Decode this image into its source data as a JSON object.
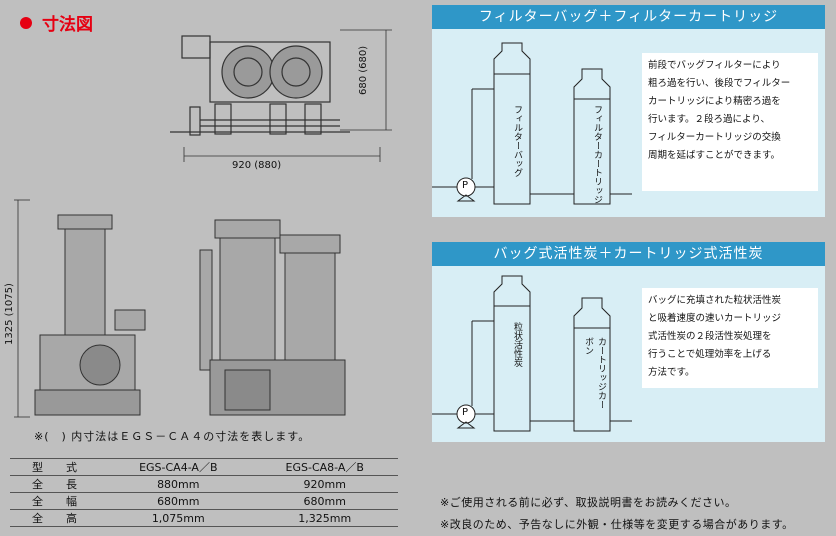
{
  "title": "寸法図",
  "dims": {
    "width": "920 (880)",
    "height_small": "680 (680)",
    "height_tall": "1325 (1075)"
  },
  "note_parens": "※(　) 内寸法はＥＧＳ－ＣＡ４の寸法を表します。",
  "spec_table": {
    "header": [
      "型　式",
      "EGS-CA4-A／B",
      "EGS-CA8-A／B"
    ],
    "rows": [
      [
        "全　長",
        "880mm",
        "920mm"
      ],
      [
        "全　幅",
        "680mm",
        "680mm"
      ],
      [
        "全　高",
        "1,075mm",
        "1,325mm"
      ]
    ]
  },
  "panel1": {
    "header": "フィルターバッグ＋フィルターカートリッジ",
    "vessel1_label": "フィルターバッグ",
    "vessel2_label": "フィルターカートリッジ",
    "pump_label": "P",
    "desc_lines": [
      "前段でバッグフィルターにより",
      "粗ろ過を行い、後段でフィルター",
      "カートリッジにより精密ろ過を",
      "行います。２段ろ過により、",
      "フィルターカートリッジの交換",
      "周期を延ばすことができます。"
    ]
  },
  "panel2": {
    "header": "バッグ式活性炭＋カートリッジ式活性炭",
    "vessel1_label": "粒状活性炭",
    "vessel2_label": "カートリッジカーボン",
    "pump_label": "P",
    "desc_lines": [
      "バッグに充填された粒状活性炭",
      "と吸着速度の速いカートリッジ",
      "式活性炭の２段活性炭処理を",
      "行うことで処理効率を上げる",
      "方法です。"
    ]
  },
  "bottom_notes": [
    "※ご使用される前に必ず、取扱説明書をお読みください。",
    "※改良のため、予告なしに外観・仕様等を変更する場合があります。"
  ]
}
